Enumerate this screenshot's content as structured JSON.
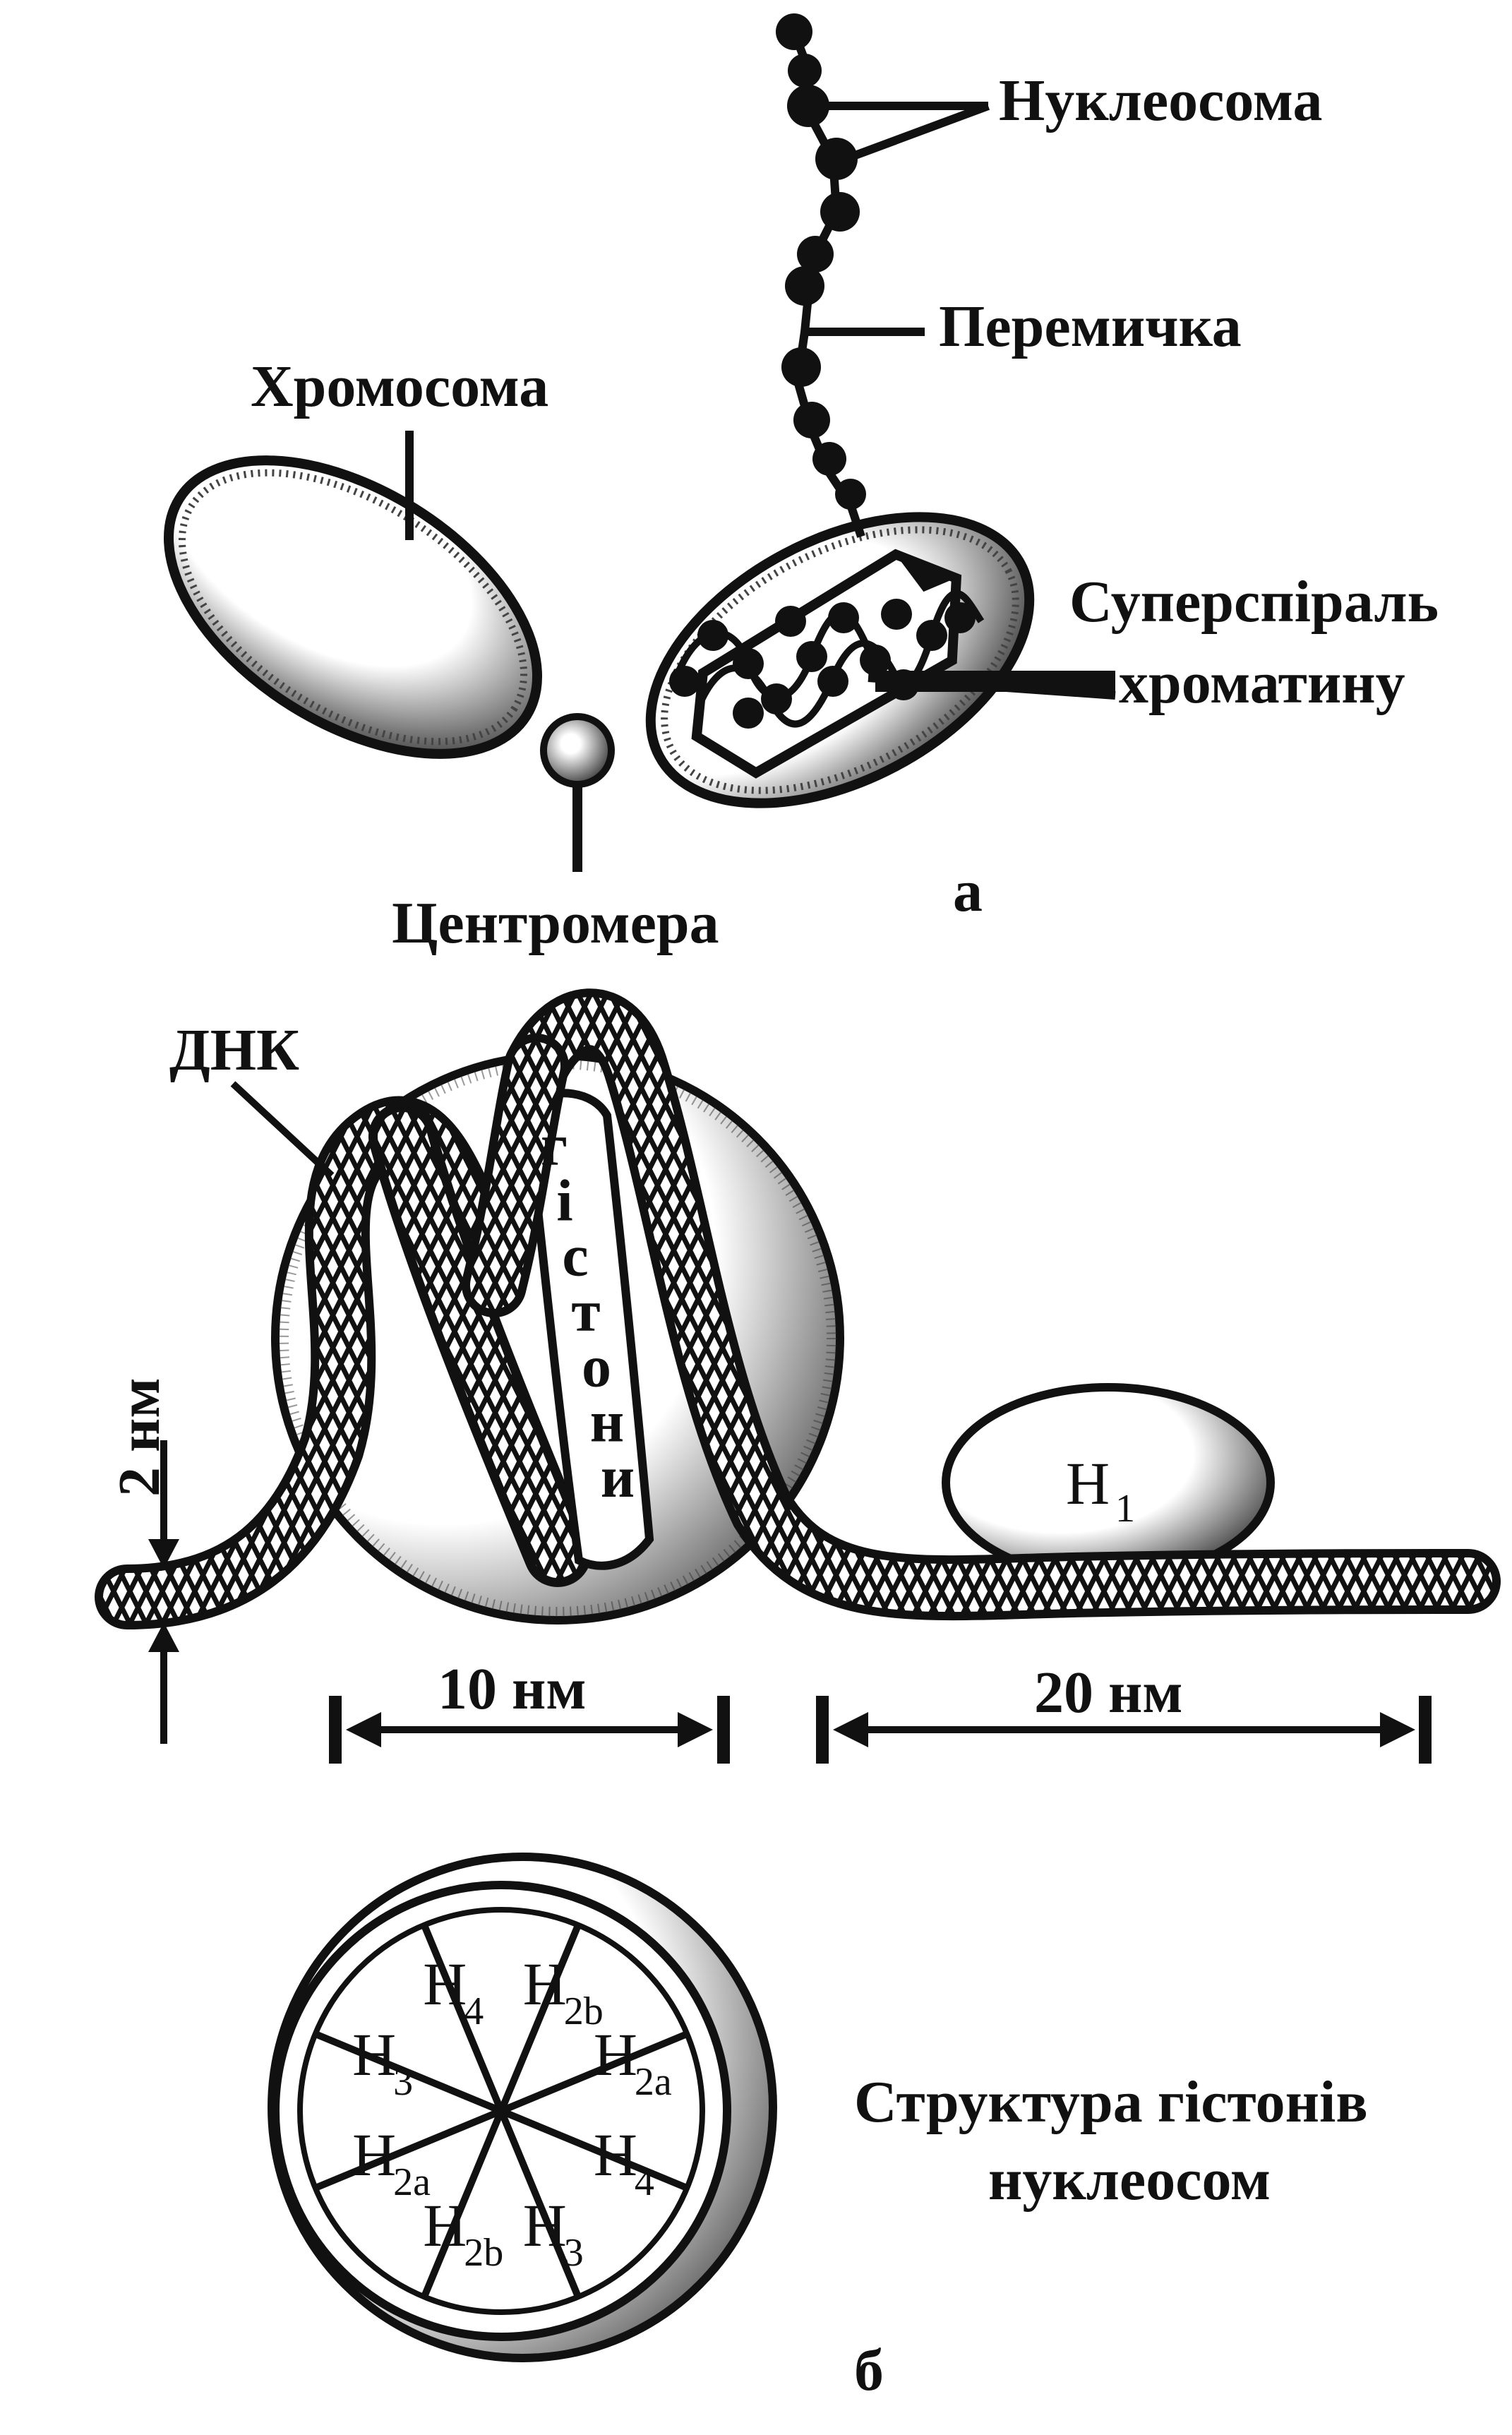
{
  "panel_a": {
    "label_nucleosome": "Нуклеосома",
    "label_linker": "Перемичка",
    "label_chromosome": "Хромосома",
    "label_supercoil_line1": "Суперспіраль",
    "label_supercoil_line2": "хроматину",
    "label_centromere": "Центромера",
    "panel_letter": "а"
  },
  "panel_b": {
    "label_dna": "ДНК",
    "label_histones_vertical": "гістони",
    "label_h1_main": "H",
    "label_h1_sub": "1",
    "label_thickness": "2 нм",
    "label_width_core": "10 нм",
    "label_width_linker": "20 нм",
    "octamer": [
      {
        "main": "H",
        "sub": "4"
      },
      {
        "main": "H",
        "sub": "2b"
      },
      {
        "main": "H",
        "sub": "2a"
      },
      {
        "main": "H",
        "sub": "4"
      },
      {
        "main": "H",
        "sub": "3"
      },
      {
        "main": "H",
        "sub": "2b"
      },
      {
        "main": "H",
        "sub": "2a"
      },
      {
        "main": "H",
        "sub": "3"
      }
    ],
    "caption_line1": "Структура гістонів",
    "caption_line2": "нуклеосом",
    "panel_letter": "б"
  },
  "colors": {
    "ink": "#111111",
    "paper": "#ffffff"
  }
}
